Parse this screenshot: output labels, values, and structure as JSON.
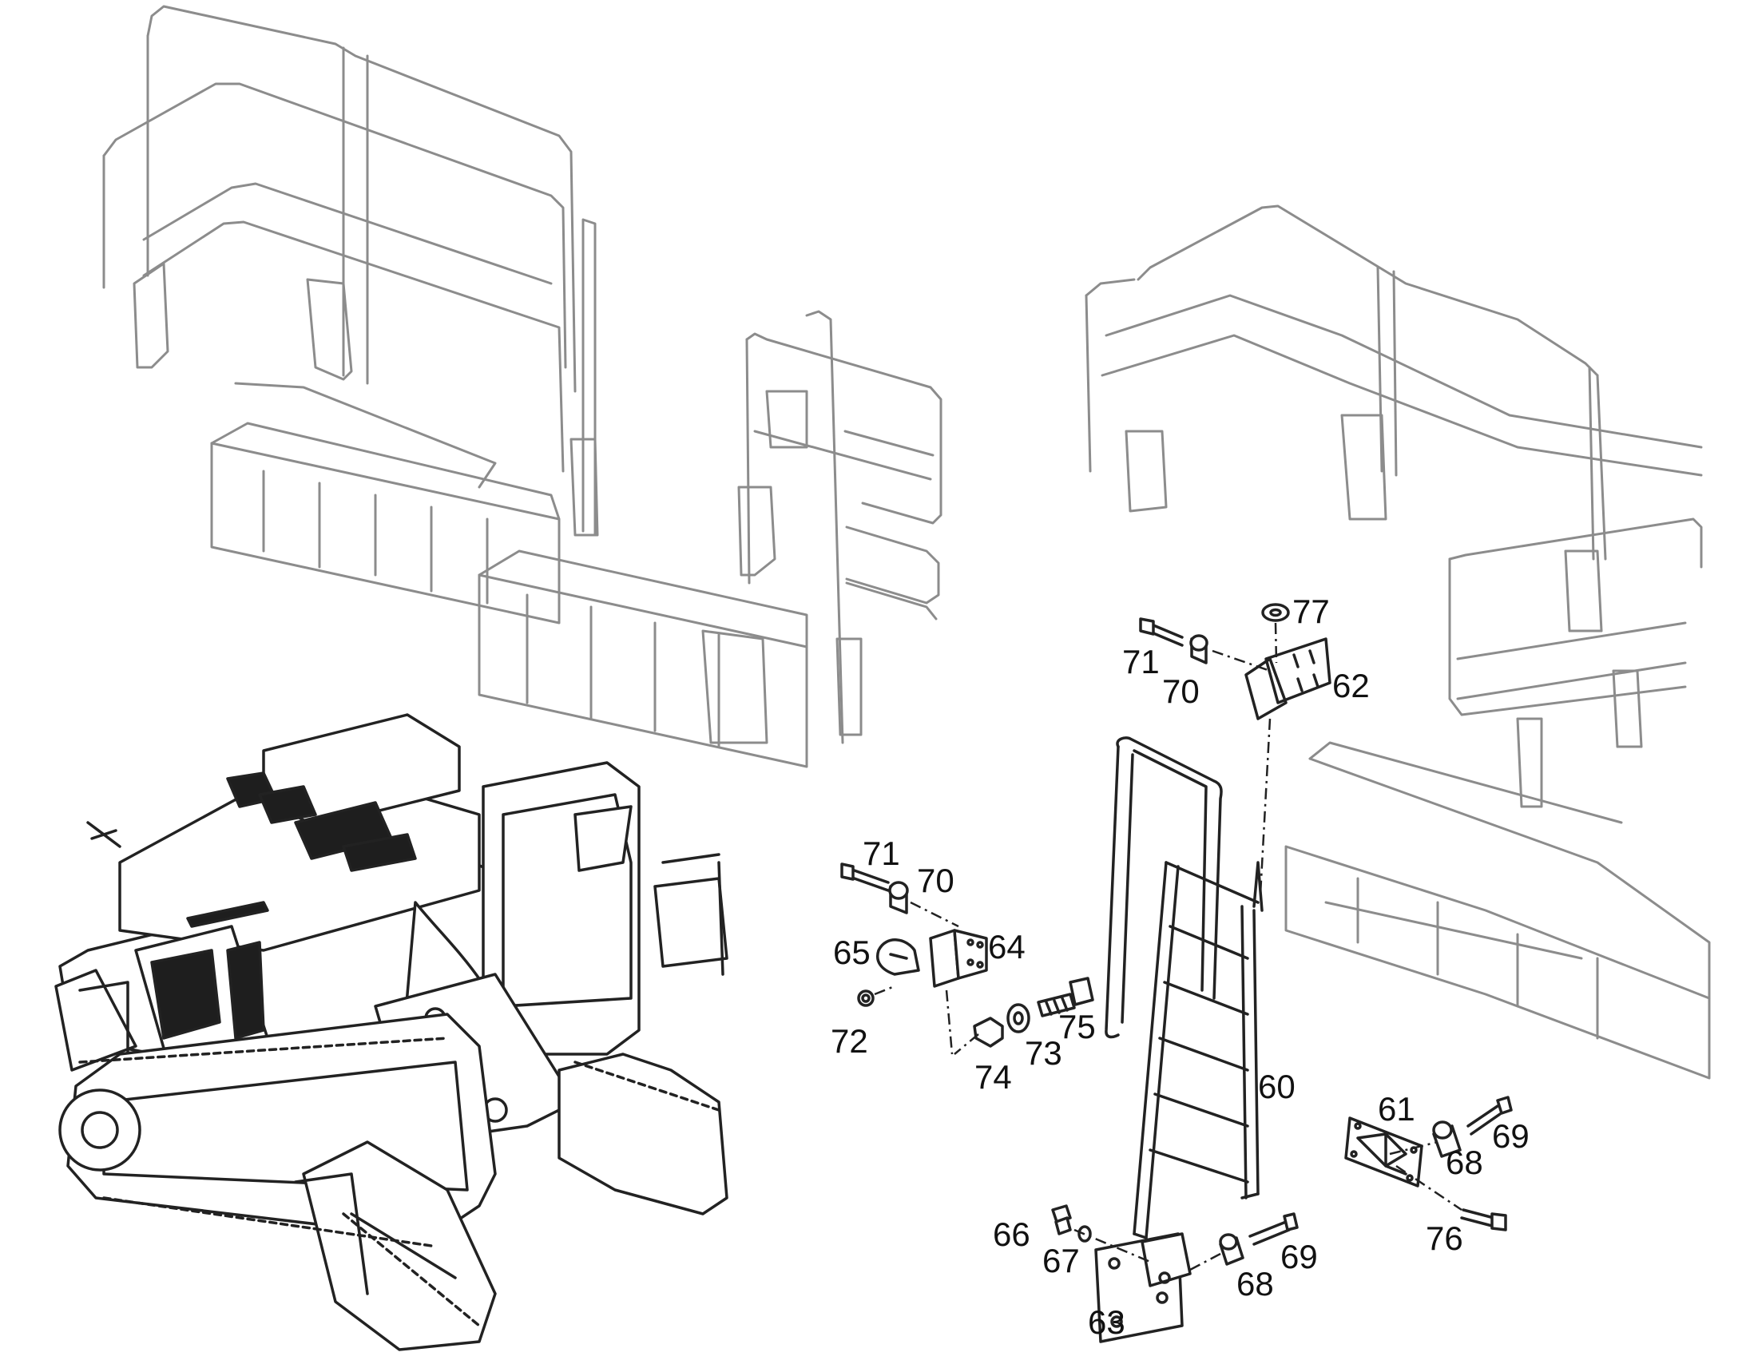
{
  "diagram": {
    "callouts": [
      {
        "id": "c60",
        "label": "60"
      },
      {
        "id": "c61",
        "label": "61"
      },
      {
        "id": "c62",
        "label": "62"
      },
      {
        "id": "c63",
        "label": "63"
      },
      {
        "id": "c64",
        "label": "64"
      },
      {
        "id": "c65",
        "label": "65"
      },
      {
        "id": "c66",
        "label": "66"
      },
      {
        "id": "c67",
        "label": "67"
      },
      {
        "id": "c68a",
        "label": "68"
      },
      {
        "id": "c68b",
        "label": "68"
      },
      {
        "id": "c69a",
        "label": "69"
      },
      {
        "id": "c69b",
        "label": "69"
      },
      {
        "id": "c70a",
        "label": "70"
      },
      {
        "id": "c70b",
        "label": "70"
      },
      {
        "id": "c71a",
        "label": "71"
      },
      {
        "id": "c71b",
        "label": "71"
      },
      {
        "id": "c72",
        "label": "72"
      },
      {
        "id": "c73",
        "label": "73"
      },
      {
        "id": "c74",
        "label": "74"
      },
      {
        "id": "c75",
        "label": "75"
      },
      {
        "id": "c76",
        "label": "76"
      },
      {
        "id": "c77",
        "label": "77"
      }
    ]
  },
  "colors": {
    "ghost_lines": "#8c8c8c",
    "dark_lines": "#222222",
    "background": "#ffffff"
  }
}
